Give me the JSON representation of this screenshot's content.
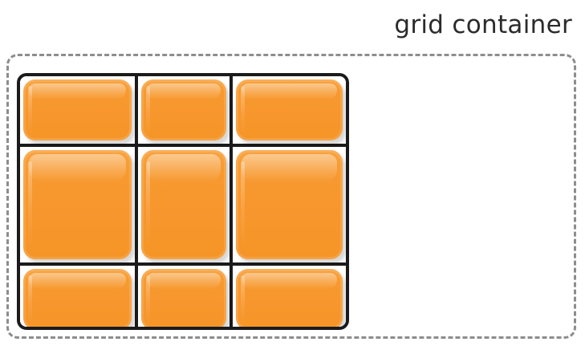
{
  "caption": {
    "text": "grid container"
  },
  "colors": {
    "tile_fill": "#F7962C",
    "tile_fill_light": "#F8A441",
    "grid_outline": "#1B1B1B",
    "container_dash": "#8D8D8D",
    "caption_text": "#2B2B2B",
    "background": "#FFFFFF"
  },
  "grid": {
    "rows": 3,
    "columns": 3,
    "cells": [
      {
        "id": "cell-1",
        "row": 1,
        "column": 1,
        "label": ""
      },
      {
        "id": "cell-2",
        "row": 1,
        "column": 2,
        "label": ""
      },
      {
        "id": "cell-3",
        "row": 1,
        "column": 3,
        "label": ""
      },
      {
        "id": "cell-4",
        "row": 2,
        "column": 1,
        "label": ""
      },
      {
        "id": "cell-5",
        "row": 2,
        "column": 2,
        "label": ""
      },
      {
        "id": "cell-6",
        "row": 2,
        "column": 3,
        "label": ""
      },
      {
        "id": "cell-7",
        "row": 3,
        "column": 1,
        "label": ""
      },
      {
        "id": "cell-8",
        "row": 3,
        "column": 2,
        "label": ""
      },
      {
        "id": "cell-9",
        "row": 3,
        "column": 3,
        "label": ""
      }
    ]
  }
}
